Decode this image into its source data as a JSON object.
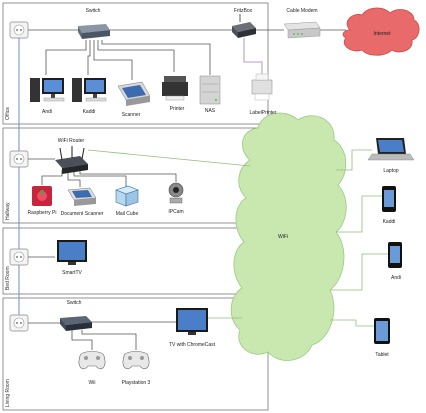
{
  "rooms": {
    "office": "Office",
    "hallway": "Hallway",
    "bedroom": "Bed Room",
    "livingroom": "Living Room"
  },
  "clouds": {
    "internet": "Internet",
    "wifi": "WiFi"
  },
  "office": {
    "switch": "Switch",
    "fritzbox": "FritzBox",
    "cable_modem": "Cable Modem",
    "andi": "Andi",
    "kaddi": "Kaddi",
    "scanner": "Scanner",
    "printer": "Printer",
    "nas": "NAS",
    "labelprinter": "LabelPrinter"
  },
  "hallway": {
    "wifi_router": "WiFi Router",
    "raspberry_pi": "Raspberry Pi",
    "document_scanner": "Document Scanner",
    "mail_cube": "Mail Cube",
    "ipcam": "IPCam"
  },
  "bedroom": {
    "smarttv": "SmartTV"
  },
  "livingroom": {
    "switch": "Switch",
    "tv_chromecast": "TV with ChromeCast",
    "wii": "Wii",
    "playstation": "Playstation 3"
  },
  "wireless": {
    "laptop": "Laptop",
    "kaddi": "Kaddi",
    "andi": "Andi",
    "tablet": "Tablet"
  },
  "colors": {
    "ethernet": "#555555",
    "wifi_link": "#8fbf7a",
    "uplink": "#6a8fc8",
    "wifi_cloud": "#c8e8b0",
    "internet_cloud": "#e86a6a",
    "room_border": "#666666"
  }
}
